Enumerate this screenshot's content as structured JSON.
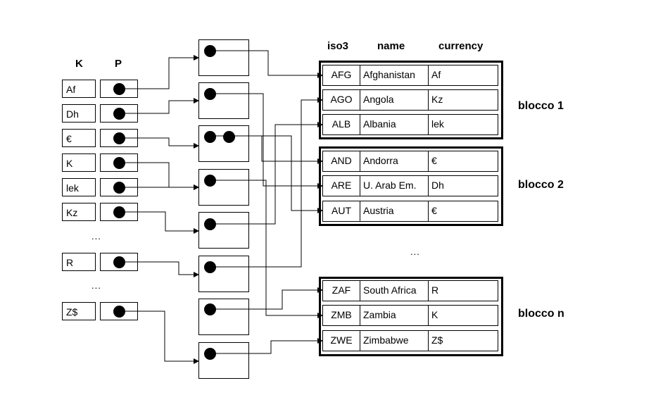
{
  "columns": {
    "k_header": "K",
    "p_header": "P",
    "iso3_header": "iso3",
    "name_header": "name",
    "currency_header": "currency"
  },
  "index_keys": [
    "Af",
    "Dh",
    "€",
    "K",
    "lek",
    "Kz",
    "R",
    "Z$"
  ],
  "ellipsis": "...",
  "blocks": [
    {
      "label": "blocco 1",
      "records": [
        {
          "iso3": "AFG",
          "name": "Afghanistan",
          "currency": "Af"
        },
        {
          "iso3": "AGO",
          "name": "Angola",
          "currency": "Kz"
        },
        {
          "iso3": "ALB",
          "name": "Albania",
          "currency": "lek"
        }
      ]
    },
    {
      "label": "blocco 2",
      "records": [
        {
          "iso3": "AND",
          "name": "Andorra",
          "currency": "€"
        },
        {
          "iso3": "ARE",
          "name": "U. Arab Em.",
          "currency": "Dh"
        },
        {
          "iso3": "AUT",
          "name": "Austria",
          "currency": "€"
        }
      ]
    },
    {
      "label": "blocco n",
      "records": [
        {
          "iso3": "ZAF",
          "name": "South Africa",
          "currency": "R"
        },
        {
          "iso3": "ZMB",
          "name": "Zambia",
          "currency": "K"
        },
        {
          "iso3": "ZWE",
          "name": "Zimbabwe",
          "currency": "Z$"
        }
      ]
    }
  ]
}
